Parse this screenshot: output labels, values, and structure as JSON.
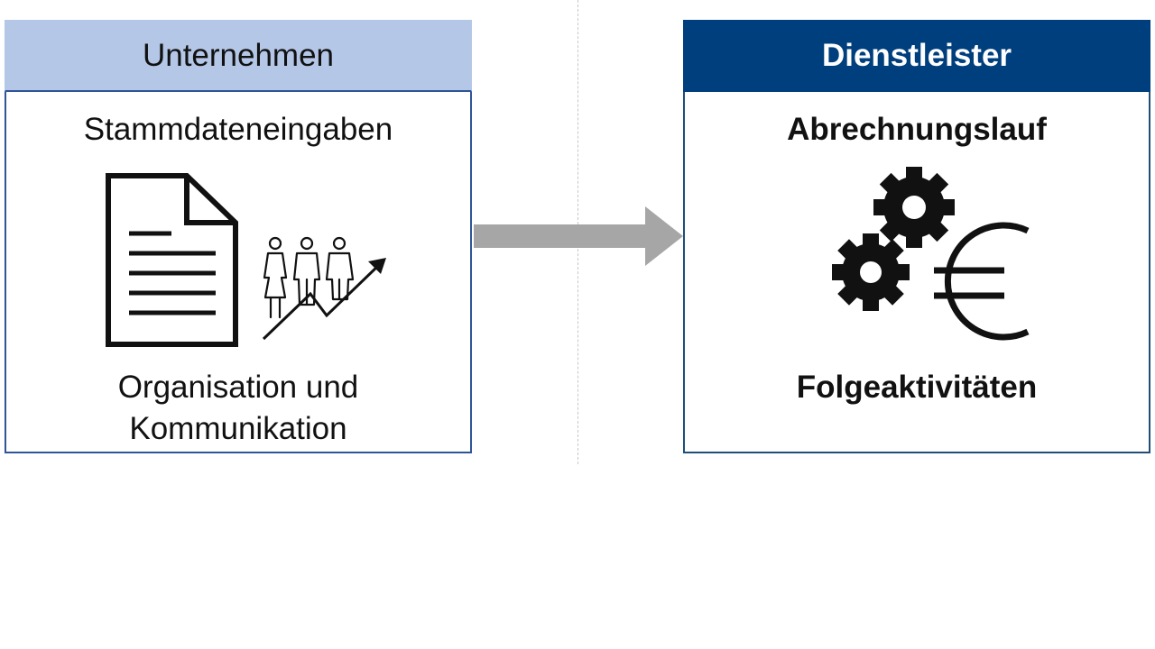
{
  "left_panel": {
    "title": "Unternehmen",
    "top_label": "Stammdateneingaben",
    "bottom_label_line1": "Organisation und",
    "bottom_label_line2": "Kommunikation"
  },
  "right_panel": {
    "title": "Dienstleister",
    "top_label": "Abrechnungslauf",
    "bottom_label": "Folgeaktivitäten"
  },
  "icons": {
    "document": "document-icon",
    "people_growth": "people-growth-icon",
    "gears": "gears-icon",
    "euro": "euro-icon"
  },
  "colors": {
    "left_header_bg": "#b4c7e7",
    "right_header_bg": "#003f7d",
    "border_blue": "#1f4e79",
    "arrow_gray": "#a6a6a6"
  }
}
